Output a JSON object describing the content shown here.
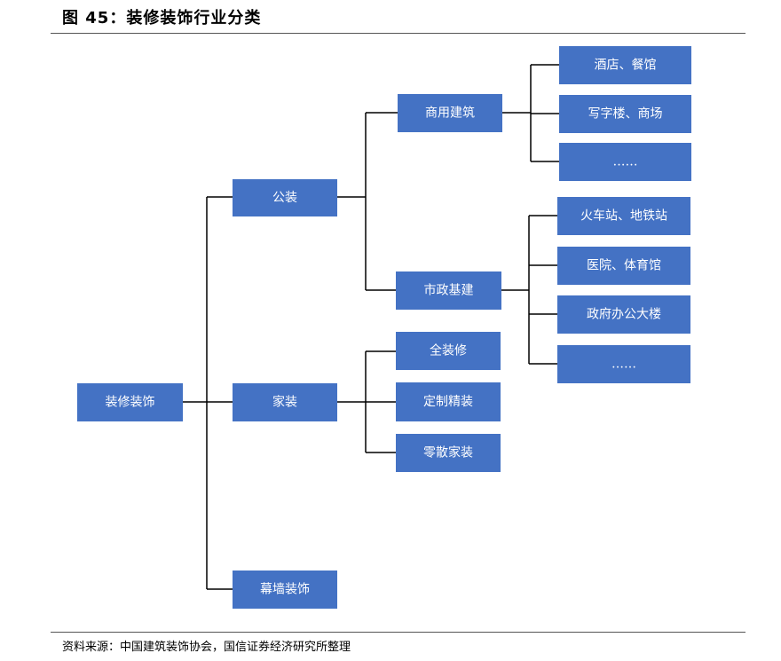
{
  "header": {
    "title": "图 45：装修装饰行业分类"
  },
  "footer": {
    "source": "资料来源：中国建筑装饰协会，国信证券经济研究所整理"
  },
  "colors": {
    "node_fill": "#4472C4",
    "node_text": "#ffffff"
  },
  "diagram": {
    "root": "装修装饰",
    "level1": {
      "public": "公装",
      "home": "家装",
      "curtain": "幕墙装饰"
    },
    "level2": {
      "commercial": "商用建筑",
      "municipal": "市政基建",
      "full": "全装修",
      "custom": "定制精装",
      "scattered": "零散家装"
    },
    "level3": {
      "hotel": "酒店、餐馆",
      "office": "写字楼、商场",
      "commercial_more": "……",
      "station": "火车站、地铁站",
      "hospital": "医院、体育馆",
      "government": "政府办公大楼",
      "municipal_more": "……"
    }
  }
}
